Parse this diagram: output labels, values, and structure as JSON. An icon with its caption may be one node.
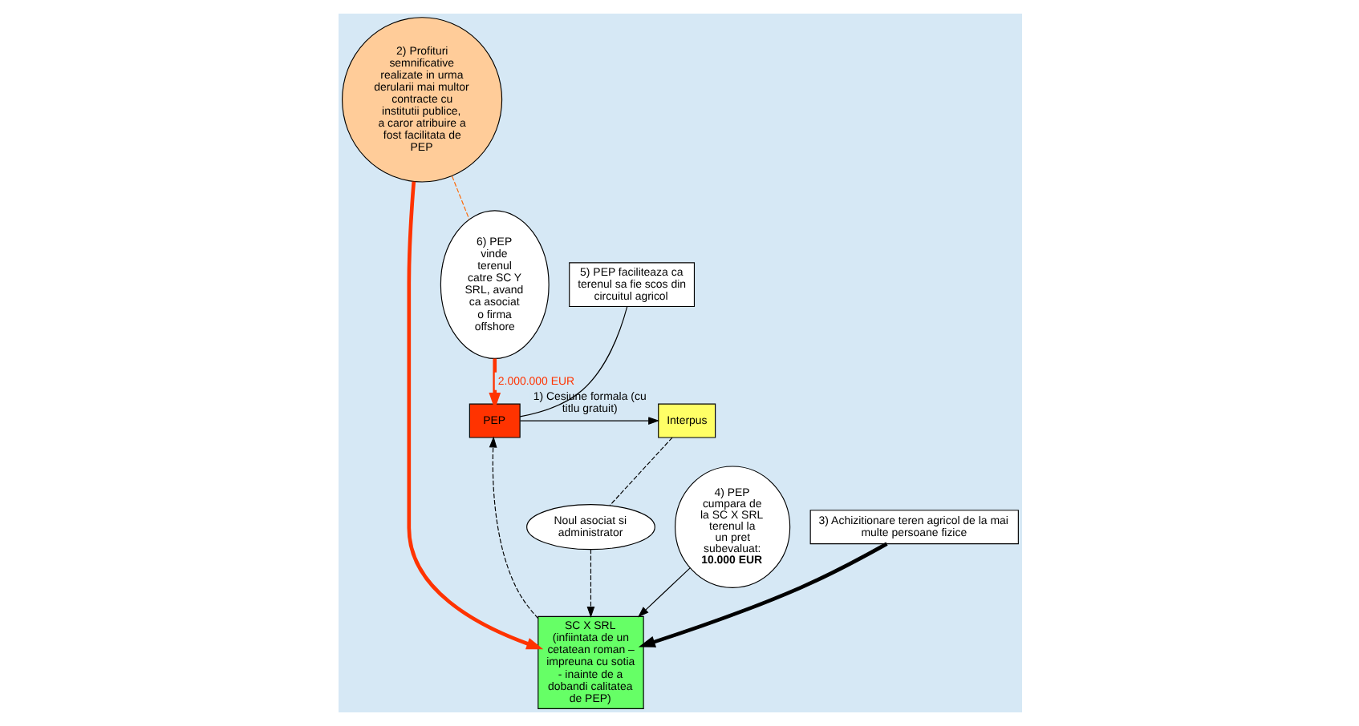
{
  "diagram": {
    "nodes": [
      {
        "text": [
          "PEP"
        ]
      },
      {
        "text": [
          "Interpus"
        ]
      },
      {
        "text": [
          "Noul asociat si administrator"
        ]
      },
      {
        "text": [
          "SC X SRL (infiintata de un cetatean roman – impreuna cu sotia - inainte de a dobandi calitatea de PEP)"
        ]
      },
      {
        "text": [
          "2) Profituri semnificative realizate in urma derularii mai multor contracte cu institutii publice, a caror atribuire a fost facilitata de PEP"
        ]
      },
      {
        "text": [
          "4) PEP cumpara de la SC X SRL terenul la un pret subevaluat:",
          "10.000 EUR"
        ]
      },
      {
        "text": [
          "6) PEP vinde terenul catre SC Y SRL, avand ca asociat o firma offshore"
        ]
      },
      {
        "text": [
          "5) PEP faciliteaza ca terenul sa fie scos din circuitul agricol"
        ]
      },
      {
        "text": [
          "3) Achizitionare teren agricol de la mai multe persoane fizice"
        ]
      }
    ],
    "edges": [
      {
        "from": 0,
        "to": 1,
        "arrow": "to",
        "label": "1) Cesiune formala (cu titlu gratuit)"
      },
      {
        "from": 1,
        "to": 2,
        "arrow": "none",
        "style": "dashed"
      },
      {
        "from": 2,
        "to": 3,
        "arrow": "to",
        "style": "dashed"
      },
      {
        "from": 4,
        "to": 3,
        "arrow": "to",
        "style": "thick",
        "color": "#ff3300"
      },
      {
        "from": 4,
        "to": 6,
        "arrow": "none",
        "style": "dashed",
        "color": "#ff6600"
      },
      {
        "from": 6,
        "to": 0,
        "arrow": "to",
        "style": "thick",
        "color": "#ff3300",
        "label": "2.000.000 EUR"
      },
      {
        "from": 5,
        "to": 3,
        "arrow": "to"
      },
      {
        "from": 3,
        "to": 0,
        "arrow": "to",
        "style": "dashed"
      },
      {
        "from": 8,
        "to": 3,
        "arrow": "to",
        "style": "thick"
      },
      {
        "from": 7,
        "to": 0,
        "arrow": "none"
      }
    ]
  }
}
